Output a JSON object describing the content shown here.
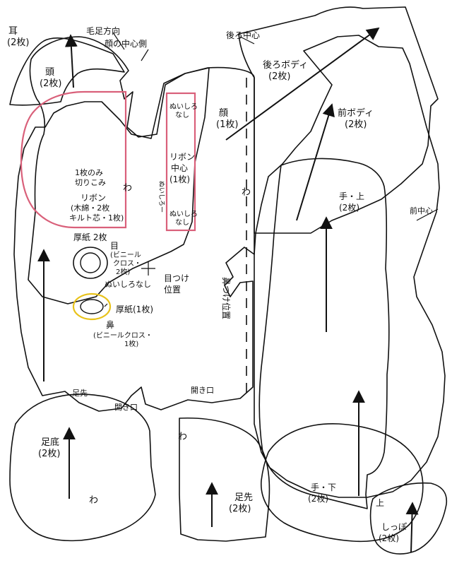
{
  "colors": {
    "line": "#111111",
    "ribbon_outline": "#d9607a",
    "nose_outline": "#e8c21a",
    "background": "#ffffff"
  },
  "labels": {
    "ear": "耳",
    "ear_count": "(2枚)",
    "fur_direction": "毛足方向",
    "face_center_side": "顔の中心側",
    "head": "頭",
    "head_count": "(2枚)",
    "back_center": "後ろ中心",
    "back_body": "後ろボディ",
    "back_body_count": "(2枚)",
    "face": "顔",
    "face_count": "(1枚)",
    "front_body": "前ボディ",
    "front_body_count": "(2枚)",
    "no_seam_top": "ぬいしろ",
    "no_seam_top2": "なし",
    "ribbon_center": "リボン",
    "ribbon_center2": "中心",
    "ribbon_center_count": "(1枚)",
    "no_seam_bottom": "ぬいしろ",
    "no_seam_bottom2": "なし",
    "seam_vertical": "ぬいしろー",
    "one_piece_only": "1枚のみ",
    "cut_notch": "切りこみ",
    "ribbon": "リボン",
    "ribbon_cotton": "(木綿・2枚",
    "ribbon_quilt": "キルト芯・1枚)",
    "fold_wa": "わ",
    "thick_paper_2": "厚紙 2枚",
    "eye": "目",
    "eye_vinyl": "(ビニール",
    "eye_cloth": "クロス・",
    "eye_count": "2枚)",
    "no_seam": "ぬいしろなし",
    "eye_position": "目つけ",
    "eye_position2": "位置",
    "thick_paper_1": "厚紙(1枚)",
    "nose": "鼻",
    "nose_vinyl": "(ビニールクロス・",
    "nose_count": "1枚)",
    "nose_position": "鼻つけ位置",
    "hand_upper": "手・上",
    "hand_upper_count": "(2枚)",
    "front_center": "前中心",
    "toe_tip_top": "足先",
    "opening": "開き口",
    "opening2": "開き口",
    "sole": "足底",
    "sole_count": "(2枚)",
    "toe": "足先",
    "toe_count": "(2枚)",
    "hand_lower": "手・下",
    "hand_lower_count": "(2枚)",
    "tail_top": "上",
    "tail": "しっぽ",
    "tail_count": "(2枚)"
  }
}
